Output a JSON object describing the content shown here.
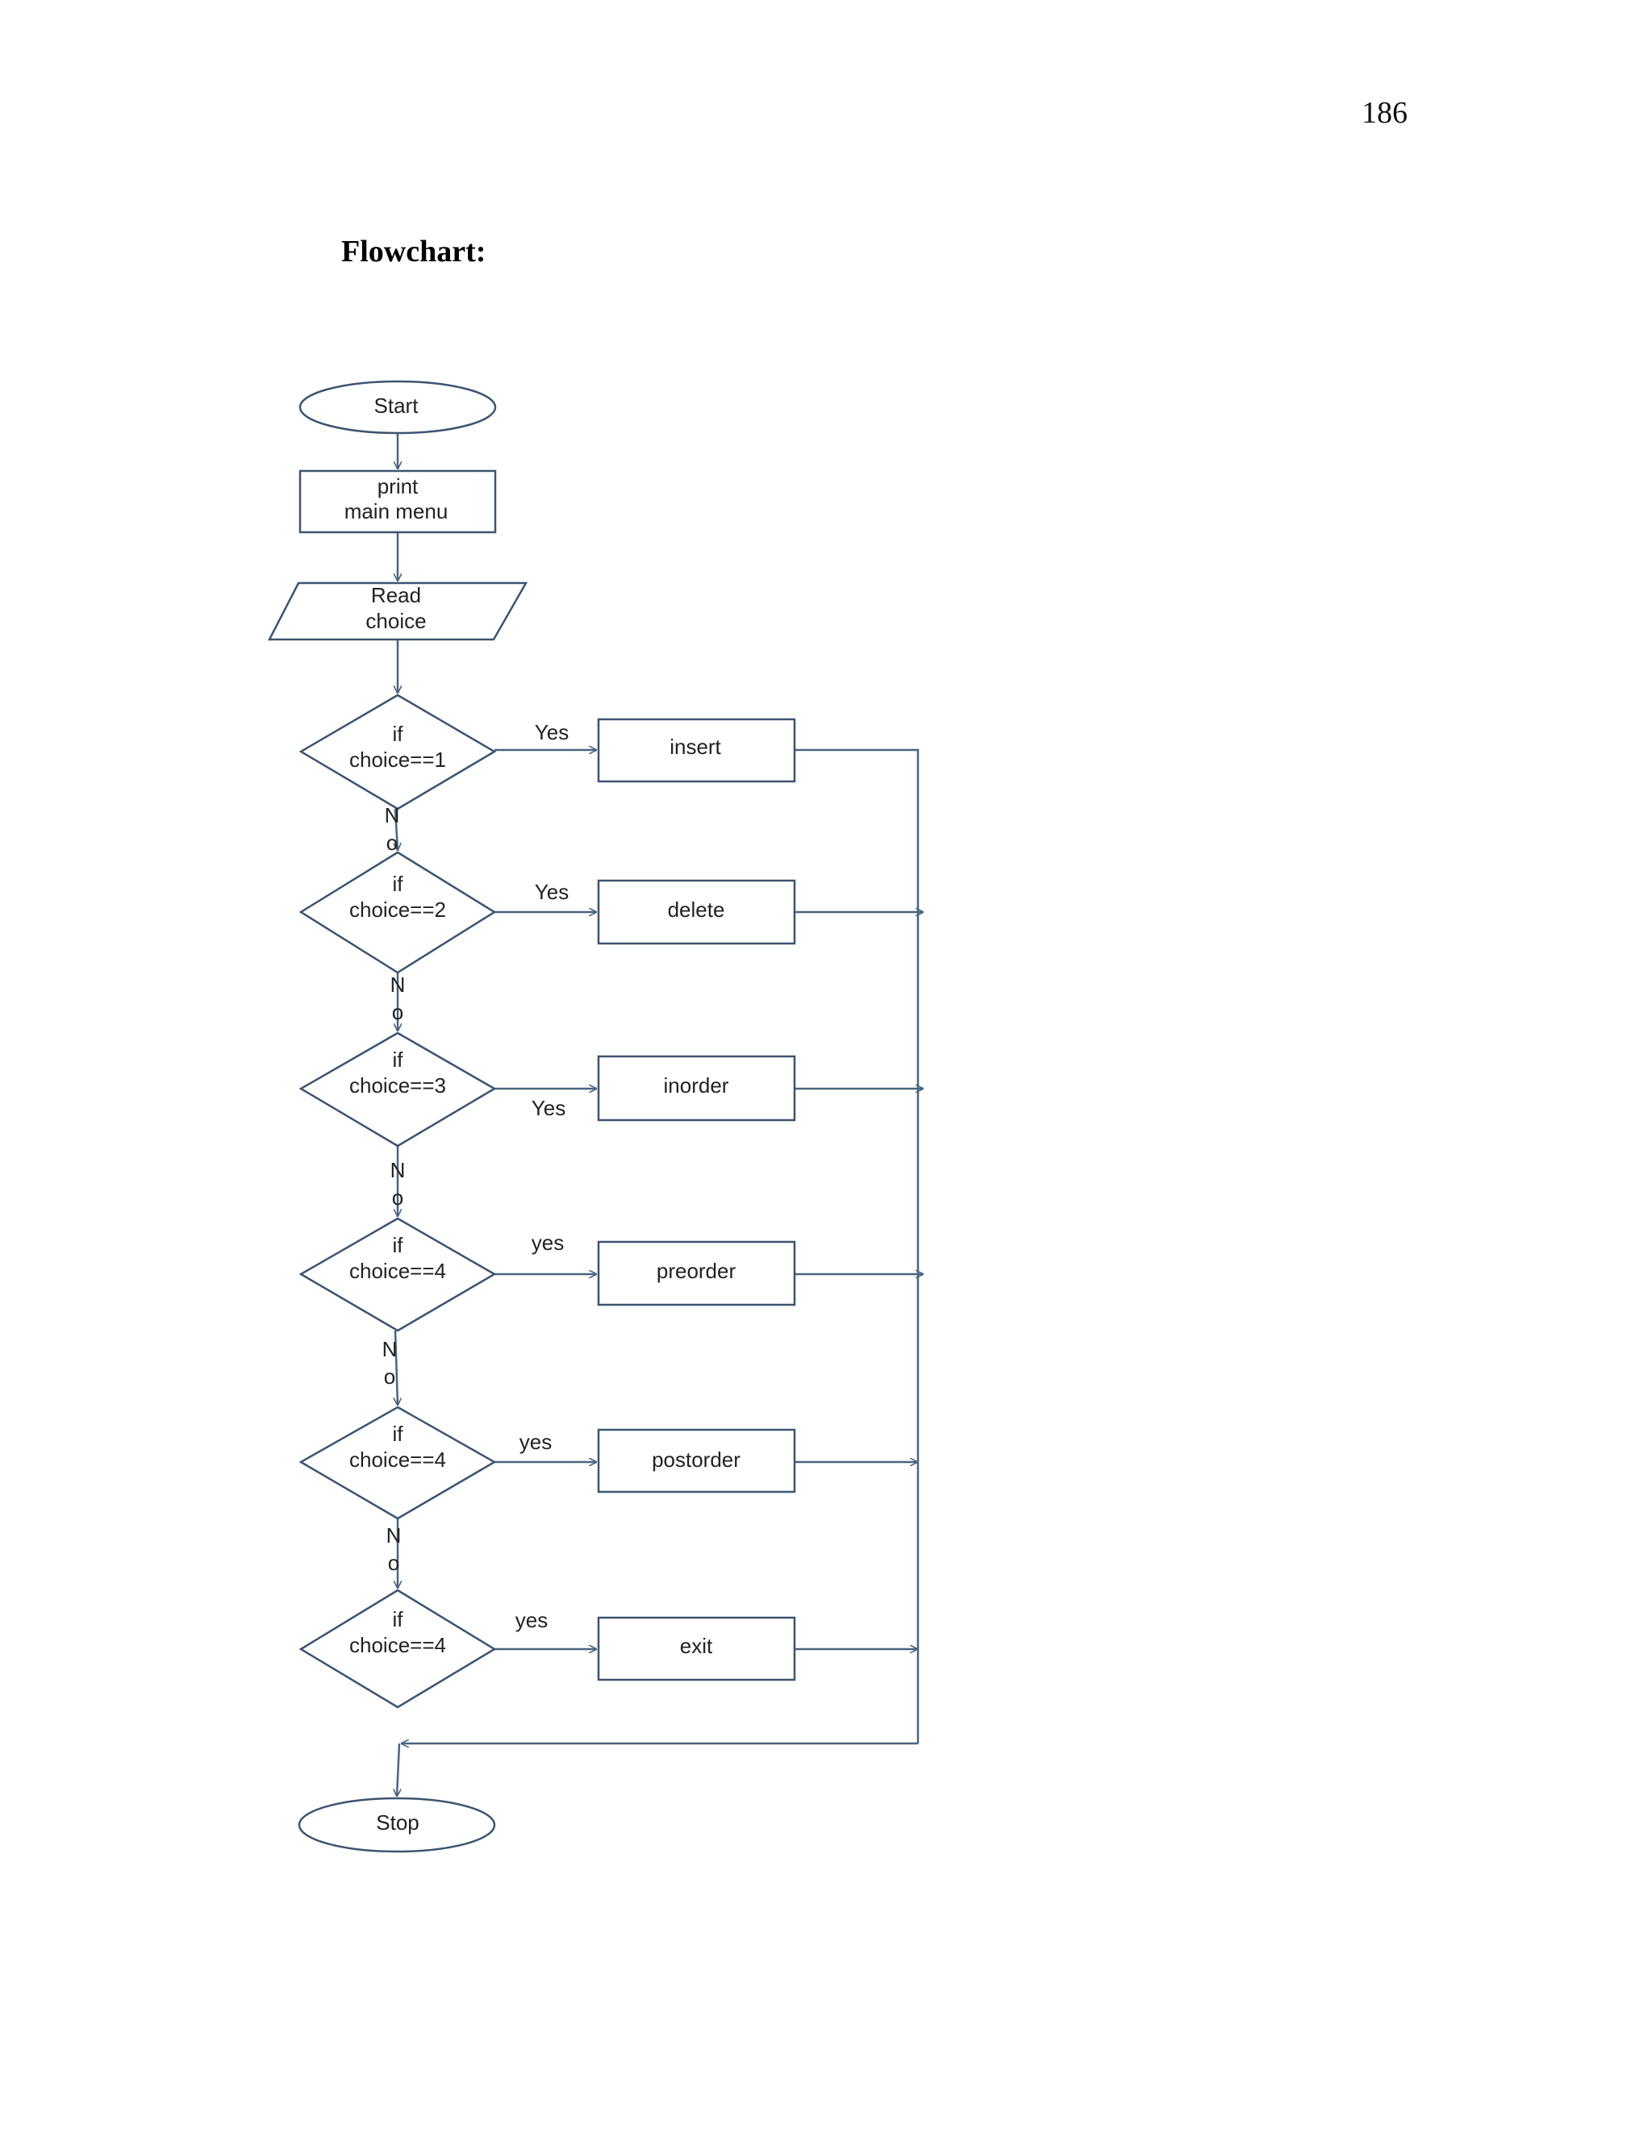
{
  "page_number": "186",
  "heading": "Flowchart:",
  "nodes": {
    "start": "Start",
    "print_line1": "print",
    "print_line2": "main menu",
    "read_line1": "Read",
    "read_line2": "choice",
    "if_word": "if",
    "cond1": "choice==1",
    "cond2": "choice==2",
    "cond3": "choice==3",
    "cond4": "choice==4",
    "cond5": "choice==4",
    "cond6": "choice==4",
    "insert": "insert",
    "delete": "delete",
    "inorder": "inorder",
    "preorder": "preorder",
    "postorder": "postorder",
    "exit": "exit",
    "stop": "Stop"
  },
  "edge_labels": {
    "yes1": "Yes",
    "yes2": "Yes",
    "yes3": "Yes",
    "yes4": "yes",
    "yes5": "yes",
    "yes6": "yes",
    "no_n": "N",
    "no_o": "o"
  }
}
